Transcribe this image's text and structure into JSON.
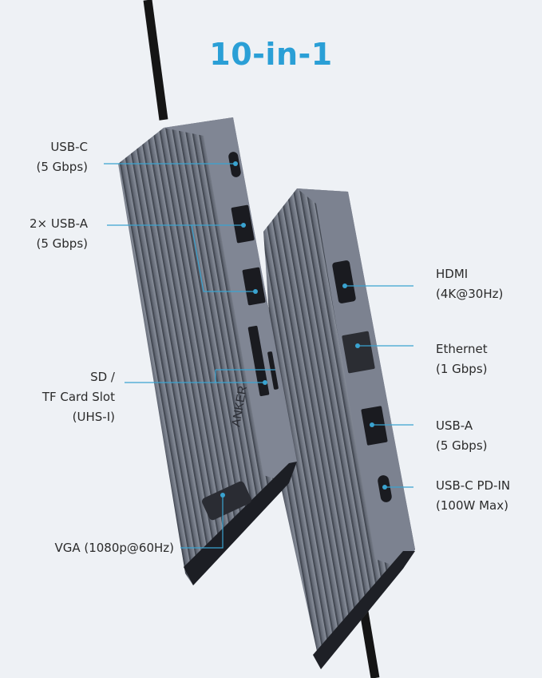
{
  "title": "10-in-1",
  "brand": "ANKER",
  "accent_color": "#2a9fd6",
  "left_labels": [
    {
      "line1": "USB-C",
      "line2": "(5 Gbps)"
    },
    {
      "line1": "2× USB-A",
      "line2": "(5 Gbps)"
    },
    {
      "line1": "SD /",
      "line2": "TF Card Slot",
      "line3": "(UHS-I)"
    },
    {
      "line1": "VGA (1080p@60Hz)"
    }
  ],
  "right_labels": [
    {
      "line1": "HDMI",
      "line2": "(4K@30Hz)"
    },
    {
      "line1": "Ethernet",
      "line2": "(1 Gbps)"
    },
    {
      "line1": "USB-A",
      "line2": "(5 Gbps)"
    },
    {
      "line1": "USB-C PD-IN",
      "line2": "(100W Max)"
    }
  ]
}
